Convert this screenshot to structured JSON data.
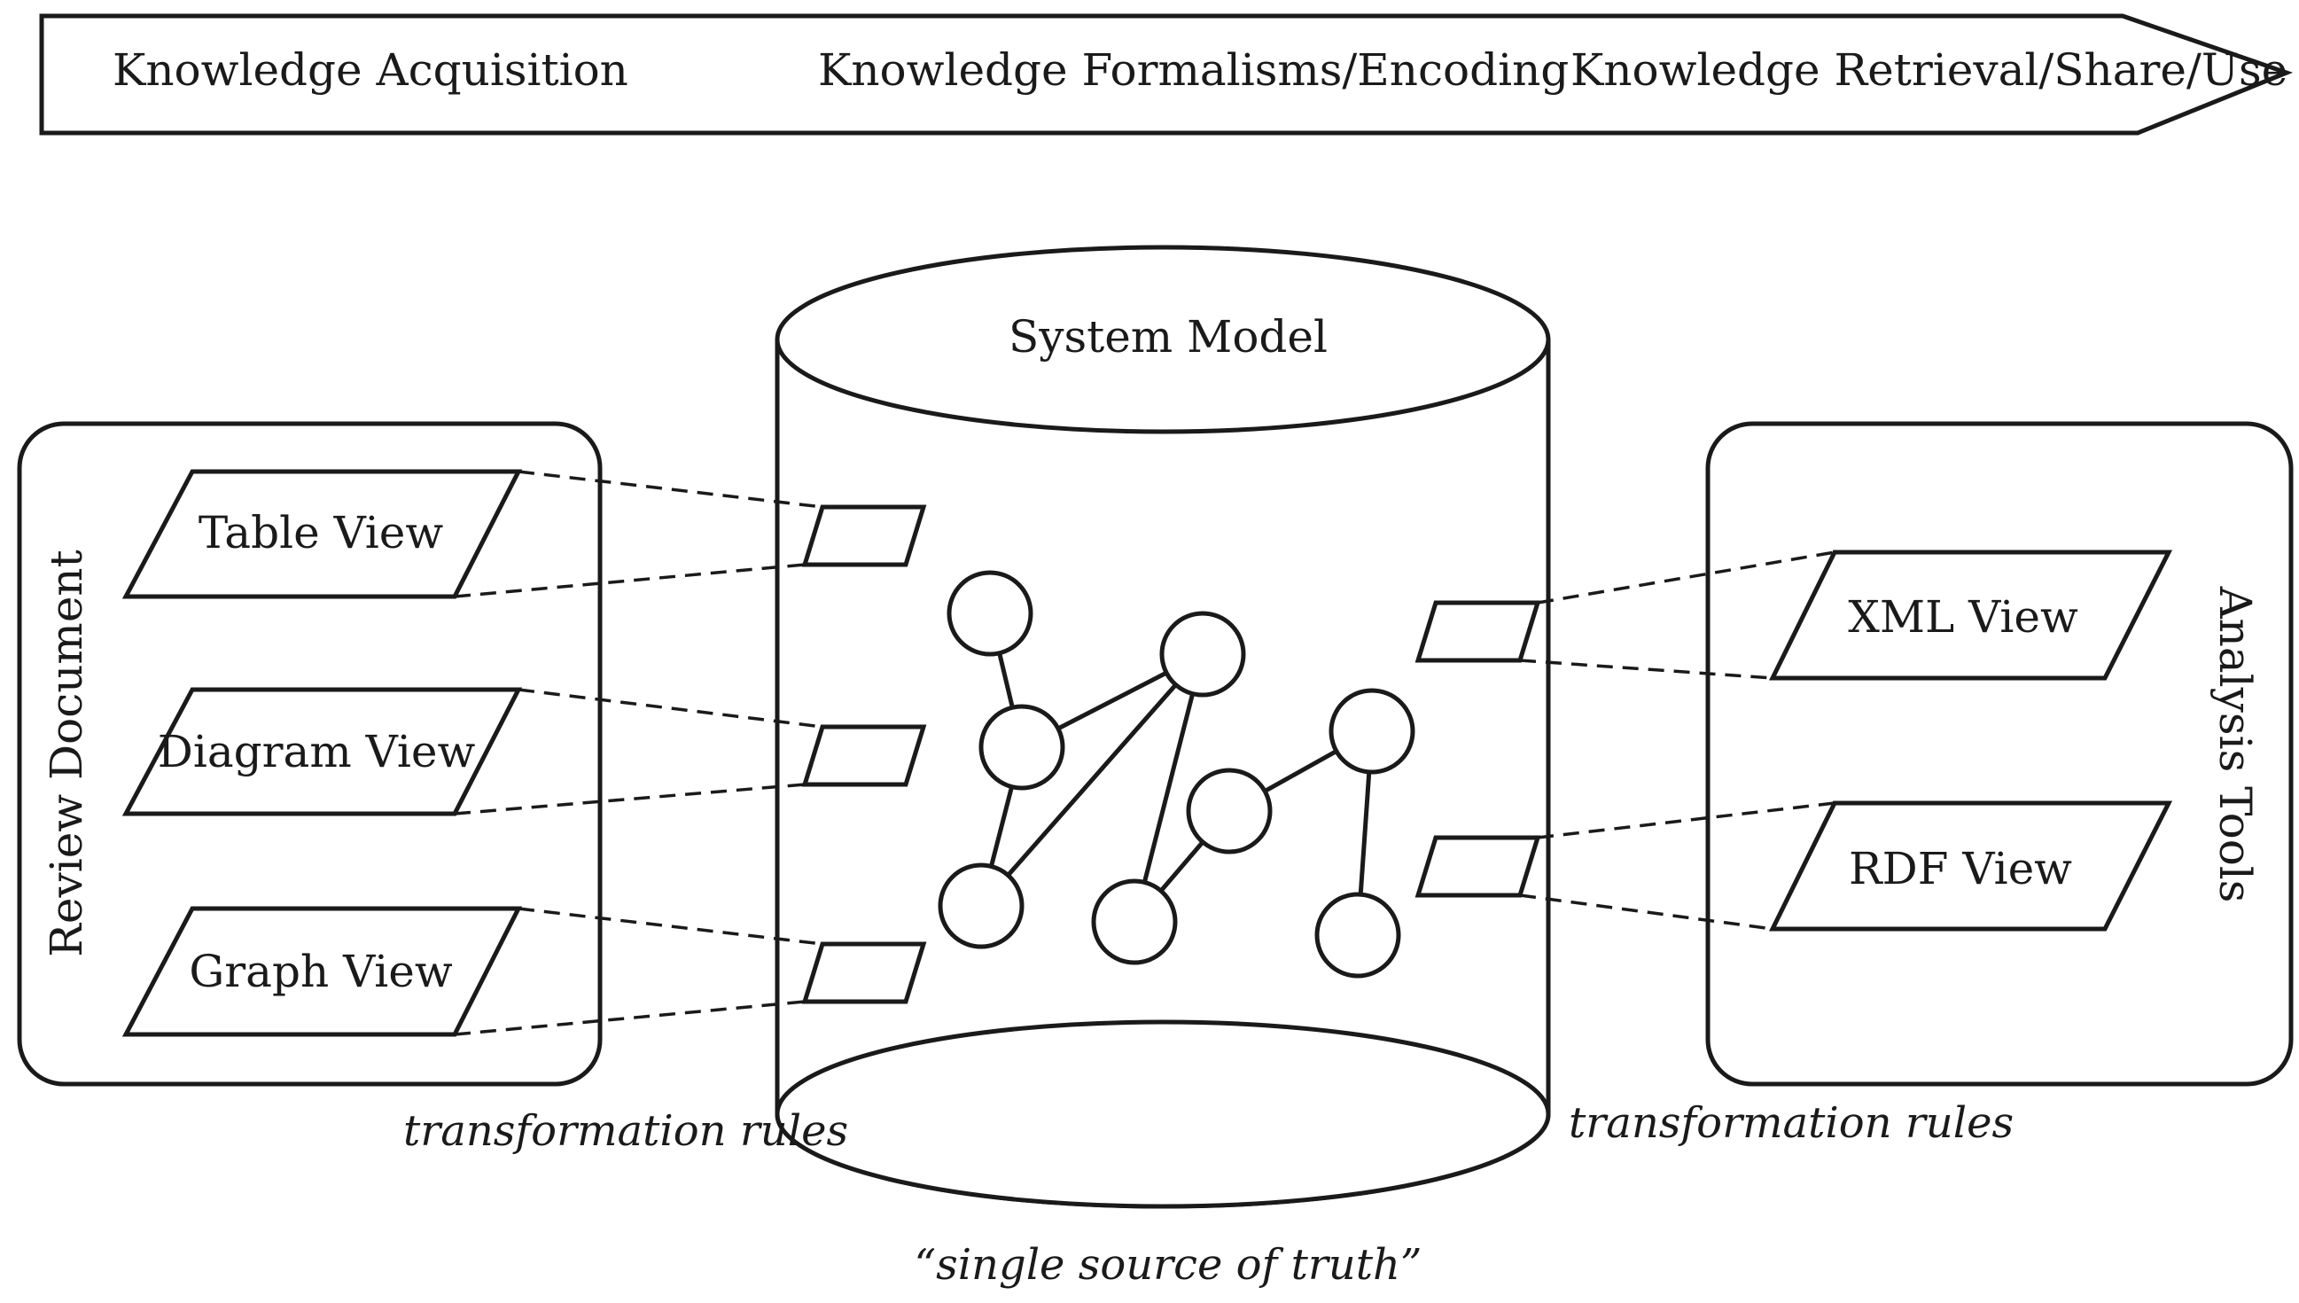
{
  "process_arrow": {
    "stages": [
      "Knowledge Acquisition",
      "Knowledge Formalisms/Encoding",
      "Knowledge Retrieval/Share/Use"
    ]
  },
  "left_panel": {
    "title": "Review Document",
    "views": [
      "Table View",
      "Diagram View",
      "Graph View"
    ]
  },
  "right_panel": {
    "title": "Analysis Tools",
    "views": [
      "XML View",
      "RDF View"
    ]
  },
  "center": {
    "title": "System Model",
    "caption": "“single source of truth”"
  },
  "transformation_rules": {
    "left": "transformation rules",
    "right": "transformation rules"
  },
  "graph": {
    "nodes": [
      "n1",
      "n2",
      "n3",
      "n4",
      "n5",
      "n6",
      "n7",
      "n8"
    ],
    "edges": [
      [
        "n1",
        "n3"
      ],
      [
        "n3",
        "n2"
      ],
      [
        "n3",
        "n4"
      ],
      [
        "n2",
        "n4"
      ],
      [
        "n2",
        "n5"
      ],
      [
        "n6",
        "n5"
      ],
      [
        "n6",
        "n7"
      ],
      [
        "n7",
        "n8"
      ]
    ]
  }
}
